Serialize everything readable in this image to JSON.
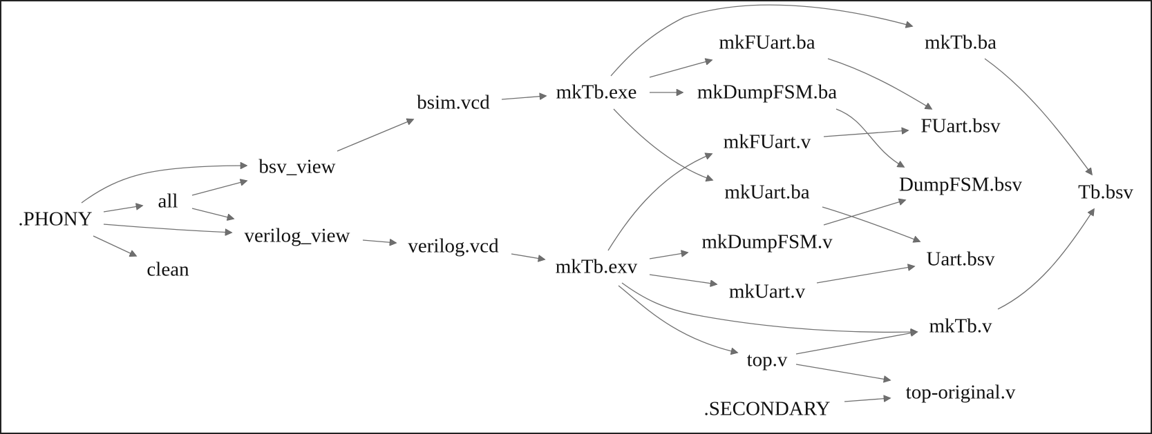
{
  "diagram": {
    "nodes": {
      "phony": ".PHONY",
      "all": "all",
      "clean": "clean",
      "bsv_view": "bsv_view",
      "verilog_view": "verilog_view",
      "bsim_vcd": "bsim.vcd",
      "verilog_vcd": "verilog.vcd",
      "mktb_exe": "mkTb.exe",
      "mktb_exv": "mkTb.exv",
      "mkfuart_ba": "mkFUart.ba",
      "mkdumpfsm_ba": "mkDumpFSM.ba",
      "mkfuart_v": "mkFUart.v",
      "mkuart_ba": "mkUart.ba",
      "mkdumpfsm_v": "mkDumpFSM.v",
      "mkuart_v": "mkUart.v",
      "top_v": "top.v",
      "secondary": ".SECONDARY",
      "mktb_ba": "mkTb.ba",
      "fuart_bsv": "FUart.bsv",
      "dumpfsm_bsv": "DumpFSM.bsv",
      "uart_bsv": "Uart.bsv",
      "mktb_v": "mkTb.v",
      "top_original_v": "top-original.v",
      "tb_bsv": "Tb.bsv"
    },
    "edges": [
      [
        "phony",
        "bsv_view"
      ],
      [
        "phony",
        "all"
      ],
      [
        "phony",
        "verilog_view"
      ],
      [
        "phony",
        "clean"
      ],
      [
        "all",
        "bsv_view"
      ],
      [
        "all",
        "verilog_view"
      ],
      [
        "bsv_view",
        "bsim_vcd"
      ],
      [
        "verilog_view",
        "verilog_vcd"
      ],
      [
        "bsim_vcd",
        "mktb_exe"
      ],
      [
        "verilog_vcd",
        "mktb_exv"
      ],
      [
        "mktb_exe",
        "mktb_ba"
      ],
      [
        "mktb_exe",
        "mkfuart_ba"
      ],
      [
        "mktb_exe",
        "mkdumpfsm_ba"
      ],
      [
        "mktb_exe",
        "mkuart_ba"
      ],
      [
        "mktb_exv",
        "mkfuart_v"
      ],
      [
        "mktb_exv",
        "mkdumpfsm_v"
      ],
      [
        "mktb_exv",
        "mkuart_v"
      ],
      [
        "mktb_exv",
        "mktb_v"
      ],
      [
        "mktb_exv",
        "top_v"
      ],
      [
        "mkfuart_ba",
        "fuart_bsv"
      ],
      [
        "mkdumpfsm_ba",
        "dumpfsm_bsv"
      ],
      [
        "mkfuart_v",
        "fuart_bsv"
      ],
      [
        "mkuart_ba",
        "uart_bsv"
      ],
      [
        "mkdumpfsm_v",
        "dumpfsm_bsv"
      ],
      [
        "mkuart_v",
        "uart_bsv"
      ],
      [
        "top_v",
        "mktb_v"
      ],
      [
        "top_v",
        "top_original_v"
      ],
      [
        "secondary",
        "top_original_v"
      ],
      [
        "mktb_ba",
        "tb_bsv"
      ],
      [
        "mktb_v",
        "tb_bsv"
      ]
    ]
  }
}
